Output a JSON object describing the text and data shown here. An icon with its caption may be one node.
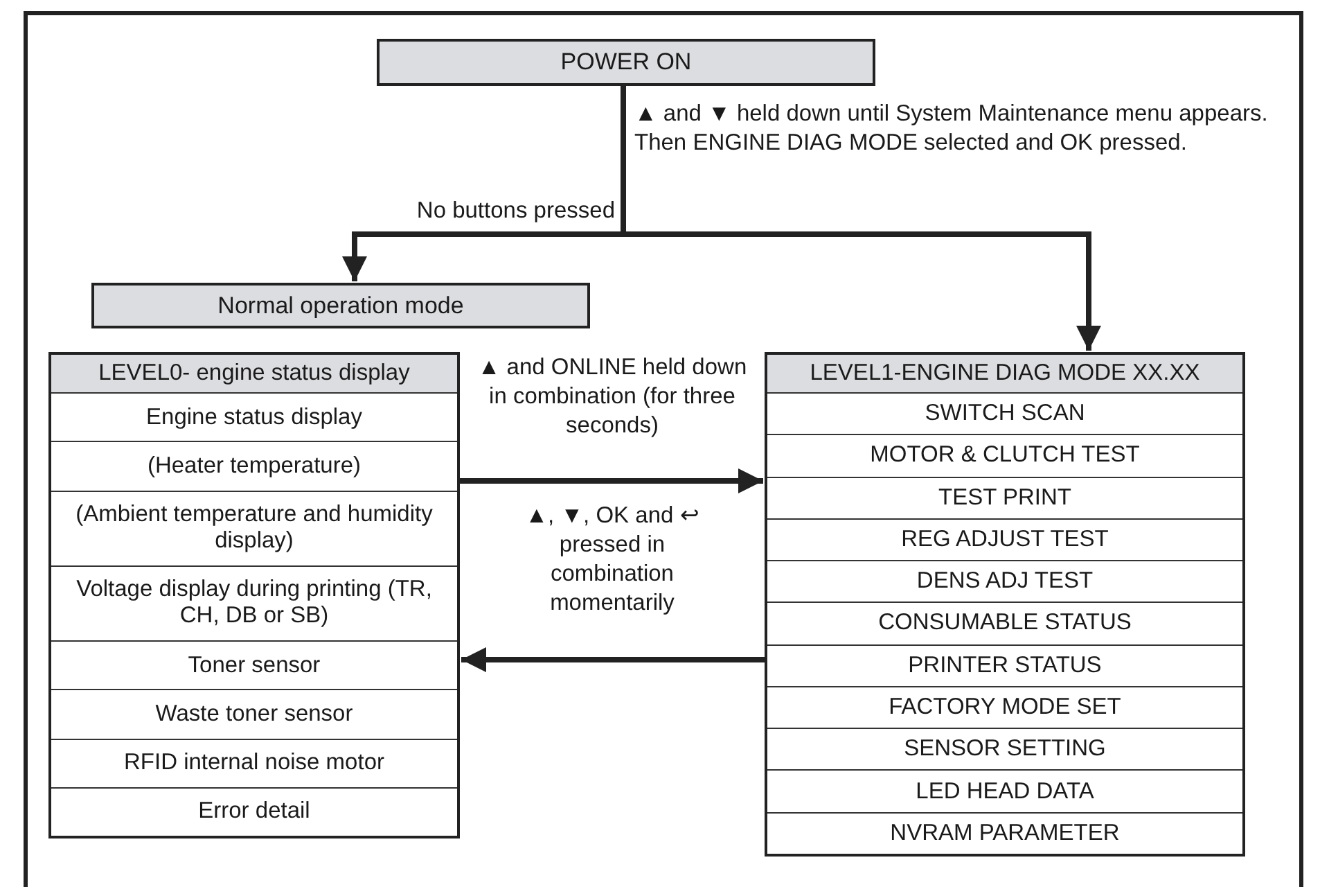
{
  "diagram": {
    "nodes": [
      {
        "text": [
          "POWER ON"
        ]
      },
      {
        "text": [
          "Normal operation mode"
        ]
      },
      {
        "text": [
          "LEVEL0- engine status display",
          "Engine status display",
          "(Heater temperature)",
          "(Ambient temperature and humidity display)",
          "Voltage display during printing (TR, CH, DB or SB)",
          "Toner sensor",
          "Waste toner sensor",
          "RFID internal noise motor",
          "Error detail"
        ]
      },
      {
        "text": [
          "LEVEL1-ENGINE DIAG MODE XX.XX",
          "SWITCH SCAN",
          "MOTOR & CLUTCH TEST",
          "TEST PRINT",
          "REG ADJUST TEST",
          "DENS ADJ TEST",
          "CONSUMABLE STATUS",
          "PRINTER STATUS",
          "FACTORY MODE SET",
          "SENSOR SETTING",
          "LED HEAD DATA",
          "NVRAM PARAMETER"
        ]
      }
    ],
    "edges": [
      {
        "from": 0,
        "to": 1,
        "arrow": "to",
        "label": "No buttons pressed"
      },
      {
        "from": 0,
        "to": 3,
        "arrow": "to",
        "label": "▲ and ▼ held down until System Maintenance menu appears. Then ENGINE DIAG MODE selected and OK pressed."
      },
      {
        "from": 2,
        "to": 3,
        "arrow": "to",
        "label": "▲ and ONLINE held down in combination (for three seconds)"
      },
      {
        "from": 3,
        "to": 2,
        "arrow": "to",
        "label": "▲, ▼, OK and ↩ pressed in combination momentarily"
      }
    ]
  }
}
